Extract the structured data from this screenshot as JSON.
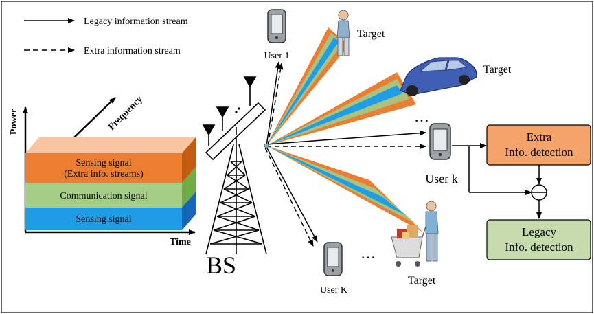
{
  "legend": {
    "legacy": "Legacy information stream",
    "extra": "Extra information stream"
  },
  "spectrum": {
    "power_axis": "Power",
    "time_axis": "Time",
    "frequency_axis": "Frequency",
    "top_layer_line1": "Sensing signal",
    "top_layer_line2": "(Extra info. streams)",
    "middle_layer": "Communication signal",
    "bottom_layer": "Sensing signal"
  },
  "bs_label": "BS",
  "users": {
    "user1": "User 1",
    "userk": "User k",
    "userK": "User K"
  },
  "targets": {
    "person": "Target",
    "car": "Target",
    "shopper": "Target"
  },
  "ellipsis": "…",
  "blocks": {
    "extra_line1": "Extra",
    "extra_line2": "Info. detection",
    "legacy_line1": "Legacy",
    "legacy_line2": "Info. detection"
  },
  "colors": {
    "orange": "#ed7d31",
    "green_beam": "#a9c27f",
    "blue": "#1e9ee6",
    "block_orange": "#f4a46a",
    "block_green": "#c6dcae",
    "layer_green": "#a6cd85",
    "layer_blue": "#1f9ce6",
    "layer_peach": "#f8c4a2"
  }
}
